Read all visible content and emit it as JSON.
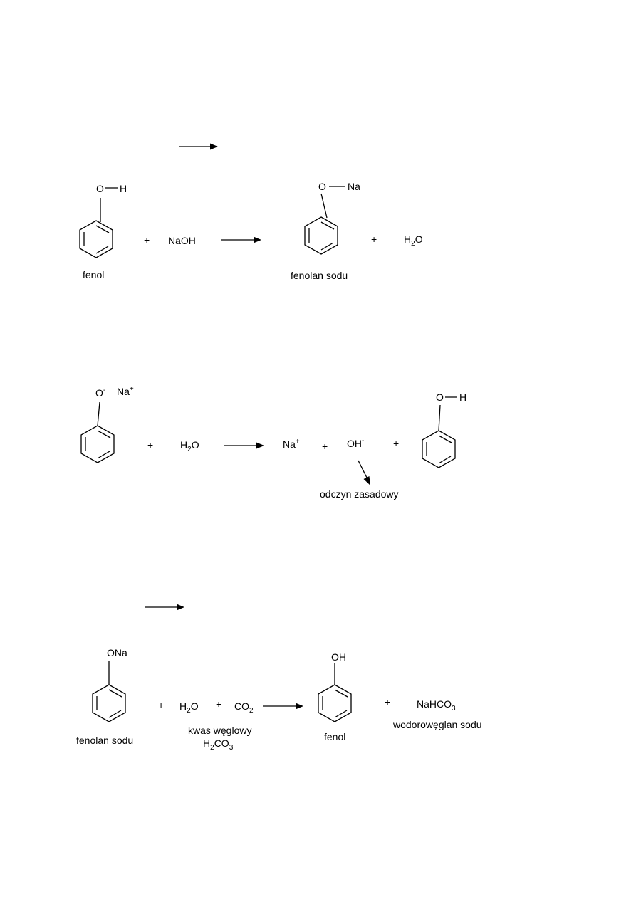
{
  "reaction1": {
    "reactant_group": "O",
    "reactant_h": "H",
    "reactant_name": "fenol",
    "plus1": "+",
    "reagent": "NaOH",
    "product_group": "O",
    "product_na": "Na",
    "product_name": "fenolan sodu",
    "plus2": "+",
    "water_h": "H",
    "water_sub": "2",
    "water_o": "O"
  },
  "reaction2": {
    "ion_o": "O",
    "ion_o_charge": "-",
    "ion_na": "Na",
    "ion_na_charge": "+",
    "plus1": "+",
    "water_h": "H",
    "water_sub": "2",
    "water_o": "O",
    "prod_na": "Na",
    "prod_na_charge": "+",
    "plus2": "+",
    "prod_oh": "OH",
    "prod_oh_charge": "-",
    "plus3": "+",
    "phenol_o": "O",
    "phenol_h": "H",
    "note": "odczyn zasadowy"
  },
  "reaction3": {
    "reactant_group": "ONa",
    "reactant_name": "fenolan sodu",
    "plus1": "+",
    "water_h": "H",
    "water_sub": "2",
    "water_o": "O",
    "plus2": "+",
    "co2_c": "CO",
    "co2_sub": "2",
    "acid_name": "kwas węglowy",
    "acid_h": "H",
    "acid_h_sub": "2",
    "acid_co": "CO",
    "acid_o_sub": "3",
    "product_group": "OH",
    "product_name": "fenol",
    "plus3": "+",
    "salt_main": "NaHCO",
    "salt_sub": "3",
    "salt_name": "wodorowęglan sodu"
  }
}
